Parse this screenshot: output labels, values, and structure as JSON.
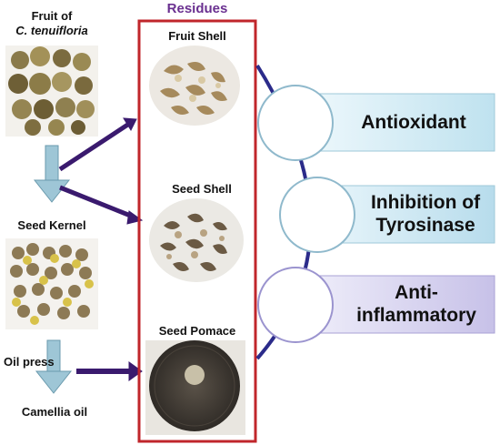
{
  "left": {
    "fruit_label_line1": "Fruit of",
    "fruit_label_line2": "C. tenuifloria",
    "seed_kernel_label": "Seed Kernel",
    "oil_press_label": "Oil press",
    "camellia_oil_label": "Camellia oil"
  },
  "residues": {
    "title": "Residues",
    "fruit_shell_label": "Fruit Shell",
    "seed_shell_label": "Seed Shell",
    "seed_pomace_label": "Seed Pomace"
  },
  "activities": [
    {
      "line1": "Antioxidant",
      "line2": ""
    },
    {
      "line1": "Inhibition of",
      "line2": "Tyrosinase"
    },
    {
      "line1": "Anti-",
      "line2": "inflammatory"
    }
  ],
  "colors": {
    "residues_title": "#6a3090",
    "red_box": "#c0262b",
    "arrow_purple": "#3a1a6e",
    "down_arrow": "#9ec6d6",
    "activity_box_1": "#d6eff7",
    "activity_box_2": "#cfe8f3",
    "activity_box_3": "#dcd8f0",
    "connector": "#2b2b8a"
  }
}
